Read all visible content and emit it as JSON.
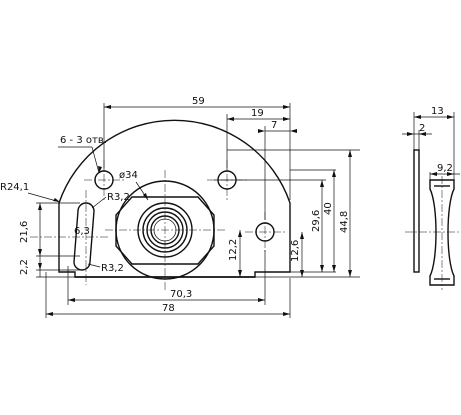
{
  "dimensions": {
    "d59": "59",
    "d19": "19",
    "d7": "7",
    "d13": "13",
    "d2": "2",
    "d9_2": "9,2",
    "holes": "6 - 3 отв.",
    "diam34": "ø34",
    "r24_1": "R24,1",
    "r3_2_top": "R3,2",
    "r3_2_bottom": "R3,2",
    "d6_3": "6,3",
    "d21_6": "21,6",
    "d2_2": "2,2",
    "d40": "40",
    "d44_8": "44,8",
    "d29_6": "29,6",
    "d12_2": "12,2",
    "d12_6": "12,6",
    "d70_3": "70,3",
    "d78": "78"
  }
}
